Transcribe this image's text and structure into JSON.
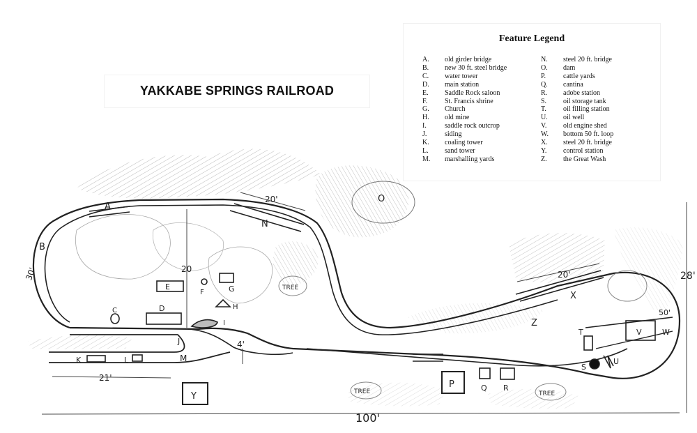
{
  "title": "YAKKABE SPRINGS RAILROAD",
  "legend": {
    "heading": "Feature Legend",
    "left": [
      {
        "key": "A.",
        "label": "old girder bridge"
      },
      {
        "key": "B.",
        "label": "new 30 ft. steel bridge"
      },
      {
        "key": "C.",
        "label": "water tower"
      },
      {
        "key": "D.",
        "label": "main station"
      },
      {
        "key": "E.",
        "label": "Saddle Rock saloon"
      },
      {
        "key": "F.",
        "label": "St. Francis shrine"
      },
      {
        "key": "G.",
        "label": "Church"
      },
      {
        "key": "H.",
        "label": "old mine"
      },
      {
        "key": "I.",
        "label": "saddle rock outcrop"
      },
      {
        "key": "J.",
        "label": "siding"
      },
      {
        "key": "K.",
        "label": "coaling tower"
      },
      {
        "key": "L.",
        "label": "sand tower"
      },
      {
        "key": "M.",
        "label": "marshalling yards"
      }
    ],
    "right": [
      {
        "key": "N.",
        "label": "steel 20 ft. bridge"
      },
      {
        "key": "O.",
        "label": "dam"
      },
      {
        "key": "P.",
        "label": "cattle yards"
      },
      {
        "key": "Q.",
        "label": "cantina"
      },
      {
        "key": "R.",
        "label": "adobe station"
      },
      {
        "key": "S.",
        "label": "oil storage tank"
      },
      {
        "key": "T.",
        "label": "oil filling station"
      },
      {
        "key": "U.",
        "label": "oil well"
      },
      {
        "key": "V.",
        "label": "old engine shed"
      },
      {
        "key": "W.",
        "label": "bottom 50 ft. loop"
      },
      {
        "key": "X.",
        "label": "steel 20 ft. bridge"
      },
      {
        "key": "Y.",
        "label": "control station"
      },
      {
        "key": "Z.",
        "label": "the Great Wash"
      }
    ]
  },
  "map_labels": {
    "A": "A",
    "B": "B",
    "C": "C",
    "D": "D",
    "E": "E",
    "F": "F",
    "G": "G",
    "H": "H",
    "I": "I",
    "J": "J",
    "K": "K",
    "L": "L",
    "M": "M",
    "N": "N",
    "O": "O",
    "P": "P",
    "Q": "Q",
    "R": "R",
    "S": "S",
    "T": "T",
    "U": "U",
    "V": "V",
    "W": "W",
    "X": "X",
    "Y": "Y",
    "Z": "Z",
    "tree": "TREE"
  },
  "dimensions": {
    "n_bridge": "20'",
    "x_bridge": "20'",
    "left_loop": "30'",
    "right_loop": "50'",
    "center": "20",
    "gap": "4'",
    "yard": "21'",
    "overall_length": "100'",
    "overall_height": "28'"
  }
}
